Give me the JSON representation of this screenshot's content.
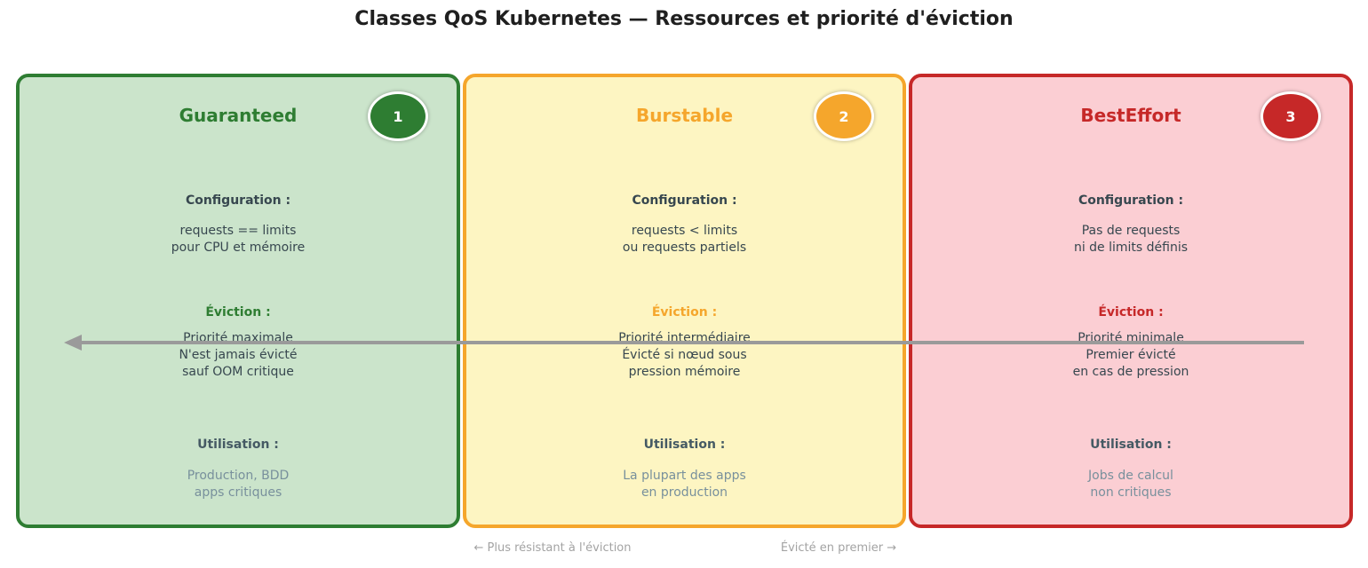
{
  "title": "Classes QoS Kubernetes — Ressources et priorité d'éviction",
  "colors": {
    "guaranteed_accent": "#2e7d32",
    "guaranteed_bg": "#cbe4cb",
    "burstable_accent": "#f5a62c",
    "burstable_bg": "#fdf5c2",
    "besteffort_accent": "#c62828",
    "besteffort_bg": "#fbced3",
    "body_text": "#37474f",
    "muted_text": "#78909c",
    "arrow": "#9a9a9a",
    "caption": "#a3a3a3"
  },
  "cards": [
    {
      "title": "Guaranteed",
      "badge": "1",
      "configuration": {
        "label": "Configuration :",
        "line1": "requests == limits",
        "line2": "pour CPU et mémoire"
      },
      "eviction": {
        "label": "Éviction :",
        "line1": "Priorité maximale",
        "line2": "N'est jamais évicté",
        "line3": "sauf OOM critique"
      },
      "utilisation": {
        "label": "Utilisation :",
        "line1": "Production, BDD",
        "line2": "apps critiques"
      }
    },
    {
      "title": "Burstable",
      "badge": "2",
      "configuration": {
        "label": "Configuration :",
        "line1": "requests < limits",
        "line2": "ou requests partiels"
      },
      "eviction": {
        "label": "Éviction :",
        "line1": "Priorité intermédiaire",
        "line2": "Évicté si nœud sous",
        "line3": "pression mémoire"
      },
      "utilisation": {
        "label": "Utilisation :",
        "line1": "La plupart des apps",
        "line2": "en production"
      }
    },
    {
      "title": "BestEffort",
      "badge": "3",
      "configuration": {
        "label": "Configuration :",
        "line1": "Pas de requests",
        "line2": "ni de limits définis"
      },
      "eviction": {
        "label": "Éviction :",
        "line1": "Priorité minimale",
        "line2": "Premier évicté",
        "line3": "en cas de pression"
      },
      "utilisation": {
        "label": "Utilisation :",
        "line1": "Jobs de calcul",
        "line2": "non critiques"
      }
    }
  ],
  "footer": {
    "left_caption": "← Plus résistant à l'éviction",
    "right_caption": "Évicté en premier →"
  }
}
